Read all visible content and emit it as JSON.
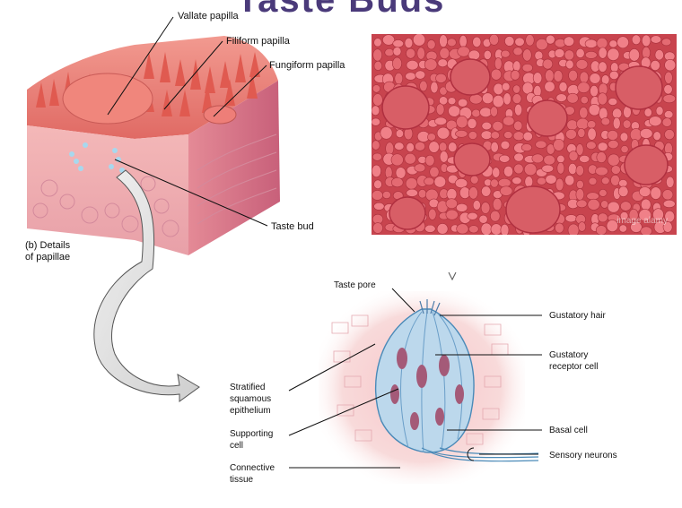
{
  "title": "Taste Buds",
  "labels": {
    "vallate": "Vallate papilla",
    "filiform": "Filiform papilla",
    "fungiform": "Fungiform papilla",
    "taste_bud": "Taste bud",
    "details": "(b) Details\n    of papillae",
    "taste_pore": "Taste pore",
    "gustatory_hair": "Gustatory hair",
    "gustatory_receptor": "Gustatory\nreceptor cell",
    "basal_cell": "Basal cell",
    "sensory_neurons": "Sensory neurons",
    "stratified": "Stratified\nsquamous\nepithelium",
    "supporting": "Supporting\ncell",
    "connective": "Connective\ntissue"
  },
  "watermark": "image\nalamy",
  "colors": {
    "tongue_surface": "#e8807a",
    "photo_bg": "#c8444e",
    "bud": "#a8cce6"
  }
}
